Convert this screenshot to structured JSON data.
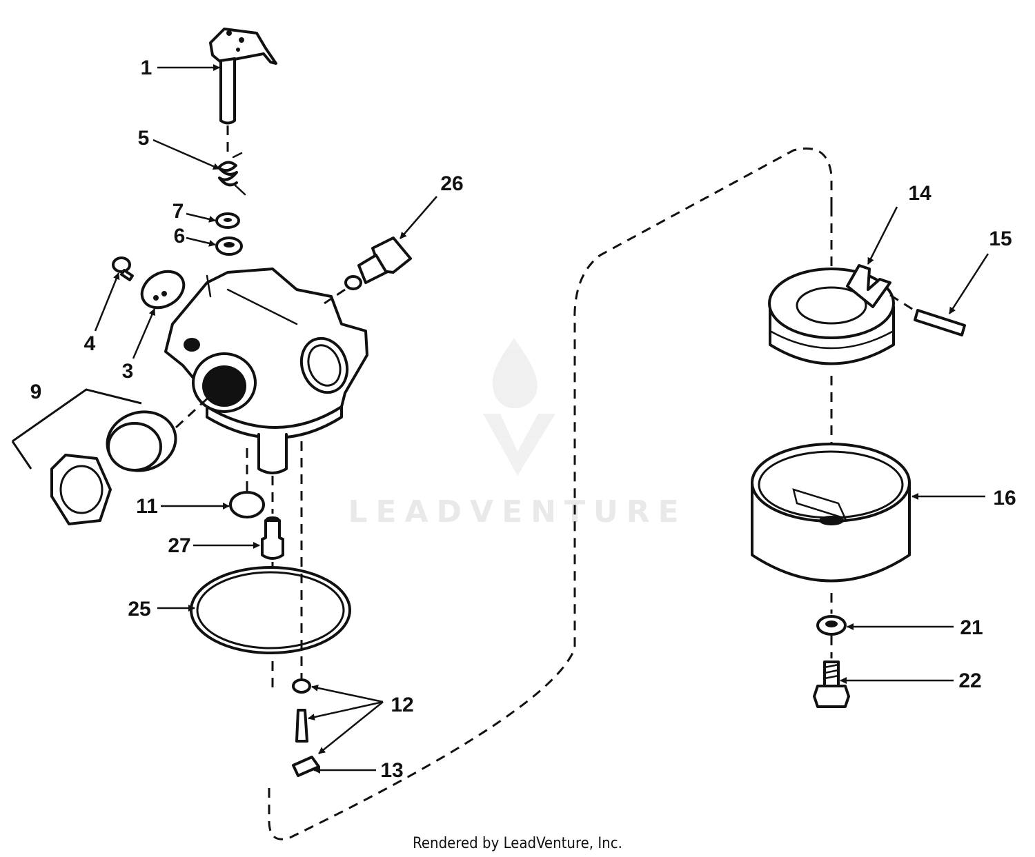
{
  "callouts": [
    {
      "id": "1",
      "label": "1"
    },
    {
      "id": "3",
      "label": "3"
    },
    {
      "id": "4",
      "label": "4"
    },
    {
      "id": "5",
      "label": "5"
    },
    {
      "id": "6",
      "label": "6"
    },
    {
      "id": "7",
      "label": "7"
    },
    {
      "id": "9",
      "label": "9"
    },
    {
      "id": "11",
      "label": "11"
    },
    {
      "id": "12",
      "label": "12"
    },
    {
      "id": "13",
      "label": "13"
    },
    {
      "id": "14",
      "label": "14"
    },
    {
      "id": "15",
      "label": "15"
    },
    {
      "id": "16",
      "label": "16"
    },
    {
      "id": "21",
      "label": "21"
    },
    {
      "id": "22",
      "label": "22"
    },
    {
      "id": "25",
      "label": "25"
    },
    {
      "id": "26",
      "label": "26"
    },
    {
      "id": "27",
      "label": "27"
    }
  ],
  "watermark": {
    "text": "LEADVENTURE"
  },
  "footer": {
    "text": "Rendered by LeadVenture, Inc."
  }
}
